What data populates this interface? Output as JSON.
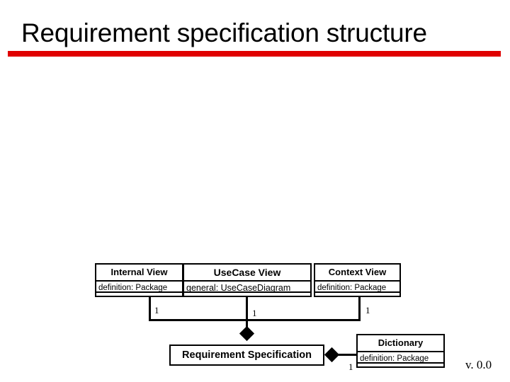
{
  "slide": {
    "title": "Requirement specification structure",
    "accent_color": "#e00000",
    "background_color": "#ffffff",
    "line_color": "#000000",
    "version": "v. 0.0"
  },
  "diagram": {
    "type": "uml-class-diagram",
    "classes": [
      {
        "id": "internal-view",
        "name": "Internal View",
        "attributes": [
          "definition: Package"
        ]
      },
      {
        "id": "usecase-view",
        "name": "UseCase View",
        "attributes": [
          "general: UseCaseDiagram"
        ]
      },
      {
        "id": "context-view",
        "name": "Context View",
        "attributes": [
          "definition: Package"
        ]
      },
      {
        "id": "requirement-specification",
        "name": "Requirement Specification",
        "attributes": []
      },
      {
        "id": "dictionary",
        "name": "Dictionary",
        "attributes": [
          "definition: Package"
        ]
      }
    ],
    "associations": [
      {
        "from": "requirement-specification",
        "to": "internal-view",
        "kind": "composition",
        "multiplicity": "1"
      },
      {
        "from": "requirement-specification",
        "to": "usecase-view",
        "kind": "composition",
        "multiplicity": "1"
      },
      {
        "from": "requirement-specification",
        "to": "context-view",
        "kind": "composition",
        "multiplicity": "1"
      },
      {
        "from": "requirement-specification",
        "to": "dictionary",
        "kind": "composition",
        "multiplicity": "1"
      }
    ]
  }
}
